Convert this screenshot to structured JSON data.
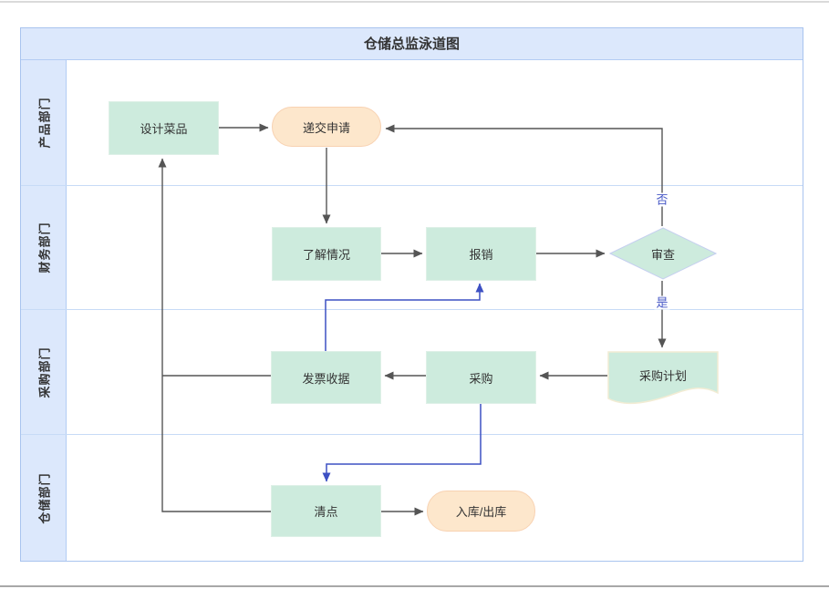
{
  "page": {
    "title": "仓储总监泳道图"
  },
  "lanes": [
    {
      "label": "产品部门"
    },
    {
      "label": "财务部门"
    },
    {
      "label": "采购部门"
    },
    {
      "label": "仓储部门"
    }
  ],
  "nodes": [
    {
      "id": "design",
      "label": "设计菜品",
      "type": "process",
      "lane": "产品部门"
    },
    {
      "id": "submit",
      "label": "递交申请",
      "type": "terminator",
      "lane": "产品部门"
    },
    {
      "id": "understand",
      "label": "了解情况",
      "type": "process",
      "lane": "财务部门"
    },
    {
      "id": "reimburse",
      "label": "报销",
      "type": "process",
      "lane": "财务部门"
    },
    {
      "id": "review",
      "label": "审查",
      "type": "decision",
      "lane": "财务部门"
    },
    {
      "id": "plan",
      "label": "采购计划",
      "type": "document",
      "lane": "采购部门"
    },
    {
      "id": "purchase",
      "label": "采购",
      "type": "process",
      "lane": "采购部门"
    },
    {
      "id": "invoice",
      "label": "发票收据",
      "type": "process",
      "lane": "采购部门"
    },
    {
      "id": "count",
      "label": "清点",
      "type": "process",
      "lane": "仓储部门"
    },
    {
      "id": "inout",
      "label": "入库/出库",
      "type": "terminator",
      "lane": "仓储部门"
    }
  ],
  "edges": [
    {
      "from": "design",
      "to": "submit",
      "label": "",
      "color": "gray"
    },
    {
      "from": "submit",
      "to": "understand",
      "label": "",
      "color": "gray"
    },
    {
      "from": "understand",
      "to": "reimburse",
      "label": "",
      "color": "gray"
    },
    {
      "from": "reimburse",
      "to": "review",
      "label": "",
      "color": "gray"
    },
    {
      "from": "review",
      "to": "submit",
      "label": "否",
      "color": "gray"
    },
    {
      "from": "review",
      "to": "plan",
      "label": "是",
      "color": "gray"
    },
    {
      "from": "plan",
      "to": "purchase",
      "label": "",
      "color": "gray"
    },
    {
      "from": "purchase",
      "to": "invoice",
      "label": "",
      "color": "gray"
    },
    {
      "from": "invoice",
      "to": "reimburse",
      "label": "",
      "color": "blue"
    },
    {
      "from": "purchase",
      "to": "count",
      "label": "",
      "color": "blue"
    },
    {
      "from": "count",
      "to": "inout",
      "label": "",
      "color": "gray"
    },
    {
      "from": "invoice",
      "to": "design",
      "label": "",
      "color": "gray"
    },
    {
      "from": "count",
      "to": "design",
      "label": "",
      "color": "gray"
    }
  ],
  "colors": {
    "header_bg": "#dce8fc",
    "frame_border": "#a9c4ef",
    "lane_divider": "#c7dbf6",
    "shape_green_fill": "#cdebdd",
    "shape_green_border": "#def0e7",
    "diamond_border": "#c5cff0",
    "document_border": "#f2ecd4",
    "stadium_fill": "#fde7cc",
    "stadium_border": "#f8d2b2",
    "arrow_gray": "#555555",
    "arrow_blue": "#3d50c3",
    "edge_label_color": "#4657c6",
    "text_color": "#333333"
  }
}
